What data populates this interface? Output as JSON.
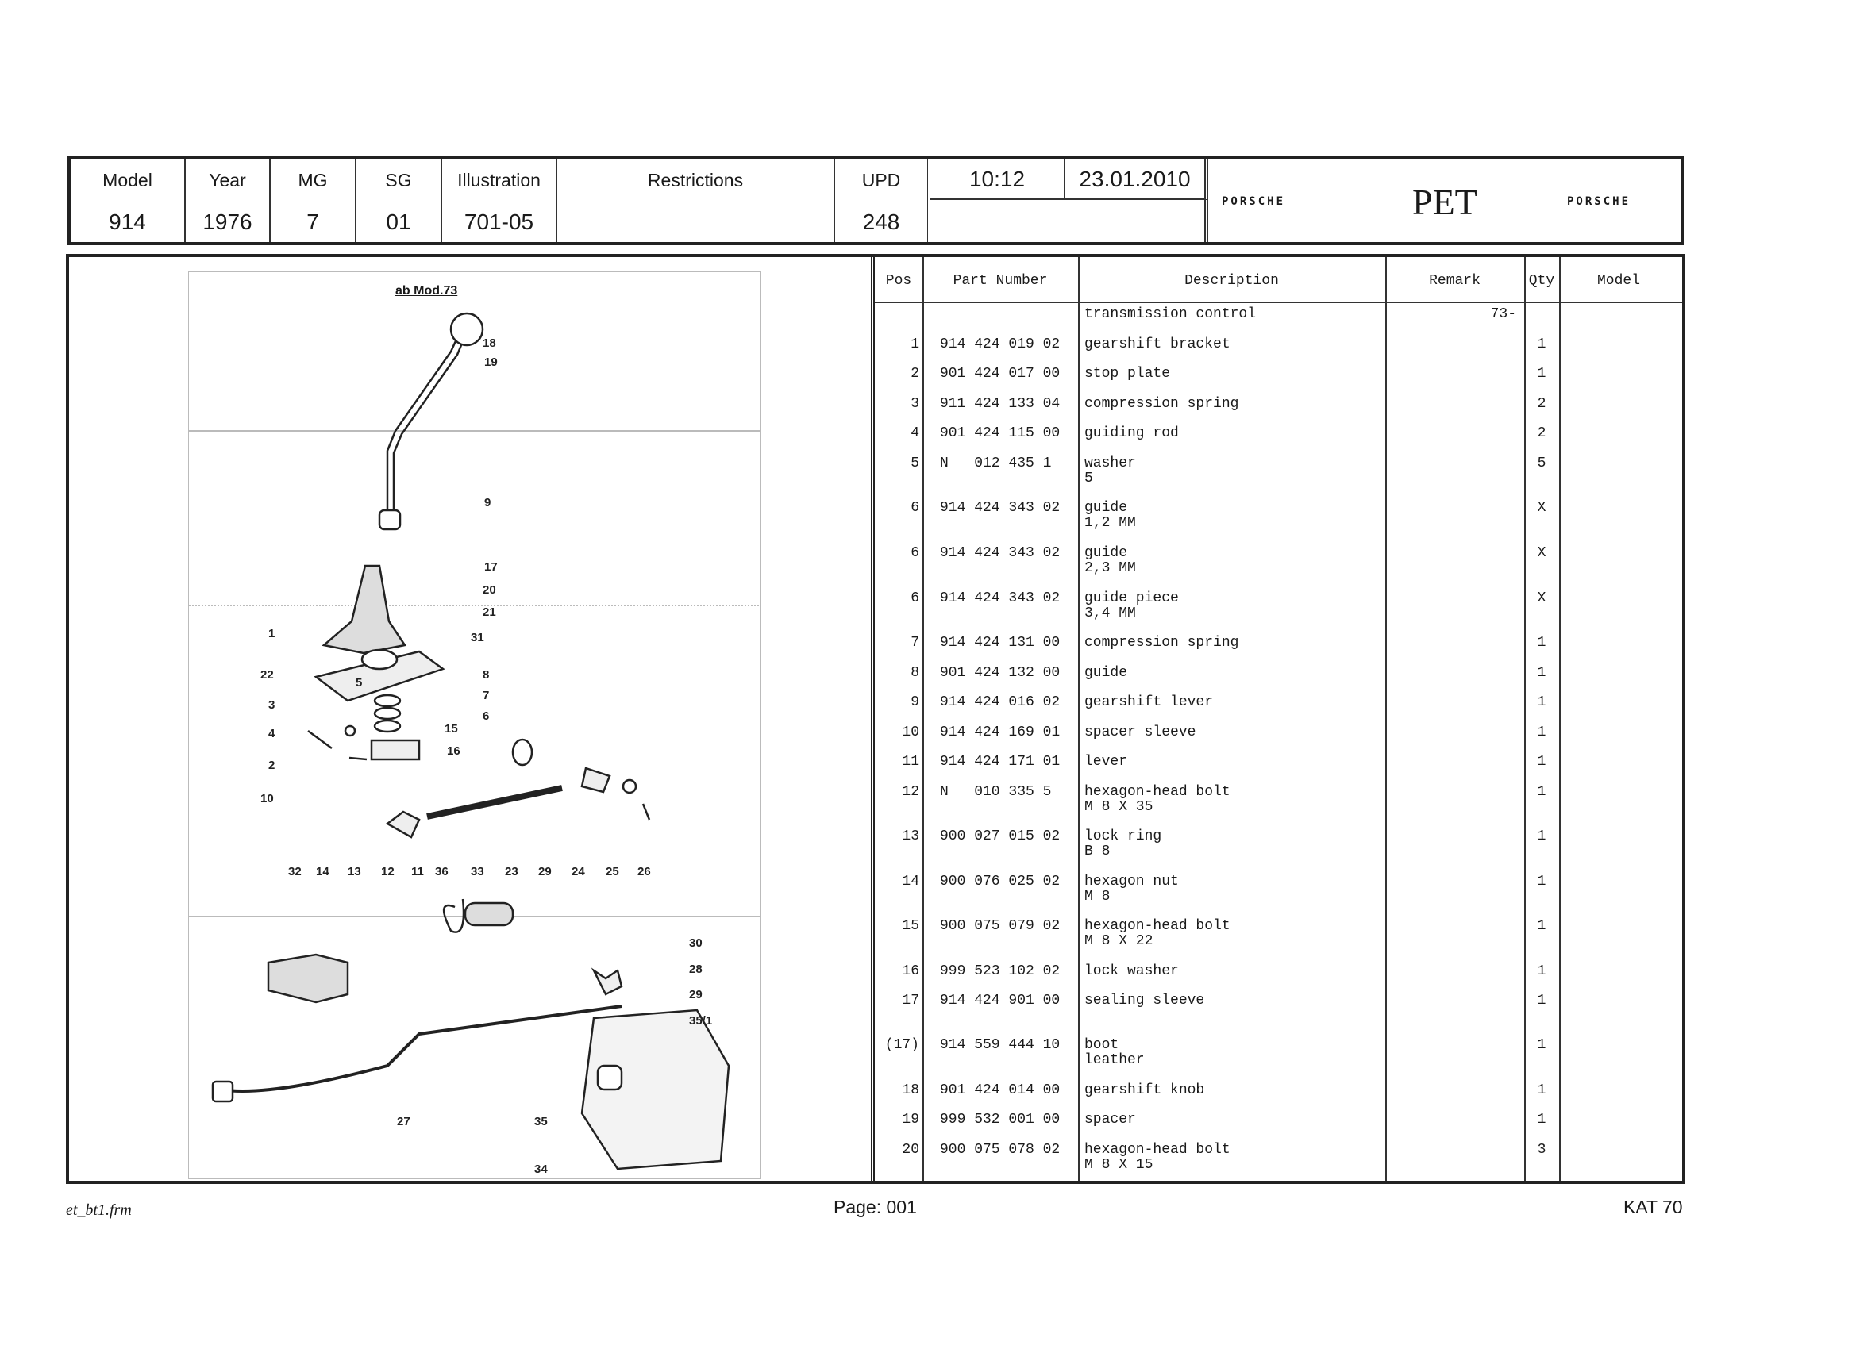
{
  "header": {
    "model_label": "Model",
    "model": "914",
    "year_label": "Year",
    "year": "1976",
    "mg_label": "MG",
    "mg": "7",
    "sg_label": "SG",
    "sg": "01",
    "illustration_label": "Illustration",
    "illustration": "701-05",
    "restrictions_label": "Restrictions",
    "upd_label": "UPD",
    "upd": "248",
    "time": "10:12",
    "date": "23.01.2010",
    "brand_left": "PORSCHE",
    "title": "PET",
    "brand_right": "PORSCHE"
  },
  "illustration": {
    "caption": "ab Mod.73",
    "callouts": [
      "18",
      "19",
      "9",
      "17",
      "20",
      "21",
      "1",
      "31",
      "22",
      "8",
      "5",
      "7",
      "3",
      "6",
      "4",
      "15",
      "16",
      "2",
      "10",
      "32",
      "14",
      "13",
      "12",
      "11",
      "36",
      "33",
      "23",
      "29",
      "24",
      "25",
      "26",
      "30",
      "28",
      "29",
      "35/1",
      "27",
      "35",
      "34"
    ]
  },
  "table": {
    "headers": {
      "pos": "Pos",
      "part": "Part Number",
      "desc": "Description",
      "remark": "Remark",
      "qty": "Qty",
      "model": "Model"
    },
    "rows": [
      {
        "pos": "",
        "part": "",
        "desc": "transmission control",
        "desc2": "",
        "remark": "73-",
        "qty": ""
      },
      {
        "pos": "1",
        "part": "914 424 019 02",
        "desc": "gearshift bracket",
        "desc2": "",
        "remark": "",
        "qty": "1"
      },
      {
        "pos": "2",
        "part": "901 424 017 00",
        "desc": "stop plate",
        "desc2": "",
        "remark": "",
        "qty": "1"
      },
      {
        "pos": "3",
        "part": "911 424 133 04",
        "desc": "compression spring",
        "desc2": "",
        "remark": "",
        "qty": "2"
      },
      {
        "pos": "4",
        "part": "901 424 115 00",
        "desc": "guiding rod",
        "desc2": "",
        "remark": "",
        "qty": "2"
      },
      {
        "pos": "5",
        "part": "N   012 435 1",
        "desc": "washer",
        "desc2": "5",
        "remark": "",
        "qty": "5"
      },
      {
        "pos": "6",
        "part": "914 424 343 02",
        "desc": "guide",
        "desc2": "1,2 MM",
        "remark": "",
        "qty": "X"
      },
      {
        "pos": "6",
        "part": "914 424 343 02",
        "desc": "guide",
        "desc2": "2,3 MM",
        "remark": "",
        "qty": "X"
      },
      {
        "pos": "6",
        "part": "914 424 343 02",
        "desc": "guide piece",
        "desc2": "3,4 MM",
        "remark": "",
        "qty": "X"
      },
      {
        "pos": "7",
        "part": "914 424 131 00",
        "desc": "compression spring",
        "desc2": "",
        "remark": "",
        "qty": "1"
      },
      {
        "pos": "8",
        "part": "901 424 132 00",
        "desc": "guide",
        "desc2": "",
        "remark": "",
        "qty": "1"
      },
      {
        "pos": "9",
        "part": "914 424 016 02",
        "desc": "gearshift lever",
        "desc2": "",
        "remark": "",
        "qty": "1"
      },
      {
        "pos": "10",
        "part": "914 424 169 01",
        "desc": "spacer sleeve",
        "desc2": "",
        "remark": "",
        "qty": "1"
      },
      {
        "pos": "11",
        "part": "914 424 171 01",
        "desc": "lever",
        "desc2": "",
        "remark": "",
        "qty": "1"
      },
      {
        "pos": "12",
        "part": "N   010 335 5",
        "desc": "hexagon-head bolt",
        "desc2": "M 8 X 35",
        "remark": "",
        "qty": "1"
      },
      {
        "pos": "13",
        "part": "900 027 015 02",
        "desc": "lock ring",
        "desc2": "B 8",
        "remark": "",
        "qty": "1"
      },
      {
        "pos": "14",
        "part": "900 076 025 02",
        "desc": "hexagon nut",
        "desc2": "M 8",
        "remark": "",
        "qty": "1"
      },
      {
        "pos": "15",
        "part": "900 075 079 02",
        "desc": "hexagon-head bolt",
        "desc2": "M 8 X 22",
        "remark": "",
        "qty": "1"
      },
      {
        "pos": "16",
        "part": "999 523 102 02",
        "desc": "lock washer",
        "desc2": "",
        "remark": "",
        "qty": "1"
      },
      {
        "pos": "17",
        "part": "914 424 901 00",
        "desc": "sealing sleeve",
        "desc2": "",
        "remark": "",
        "qty": "1"
      },
      {
        "pos": "(17)",
        "part": "914 559 444 10",
        "desc": "boot",
        "desc2": "leather",
        "remark": "",
        "qty": "1"
      },
      {
        "pos": "18",
        "part": "901 424 014 00",
        "desc": "gearshift knob",
        "desc2": "",
        "remark": "",
        "qty": "1"
      },
      {
        "pos": "19",
        "part": "999 532 001 00",
        "desc": "spacer",
        "desc2": "",
        "remark": "",
        "qty": "1"
      },
      {
        "pos": "20",
        "part": "900 075 078 02",
        "desc": "hexagon-head bolt",
        "desc2": "M 8 X 15",
        "remark": "",
        "qty": "3"
      }
    ]
  },
  "footer": {
    "form": "et_bt1.frm",
    "page": "Page: 001",
    "catalog": "KAT 70"
  }
}
